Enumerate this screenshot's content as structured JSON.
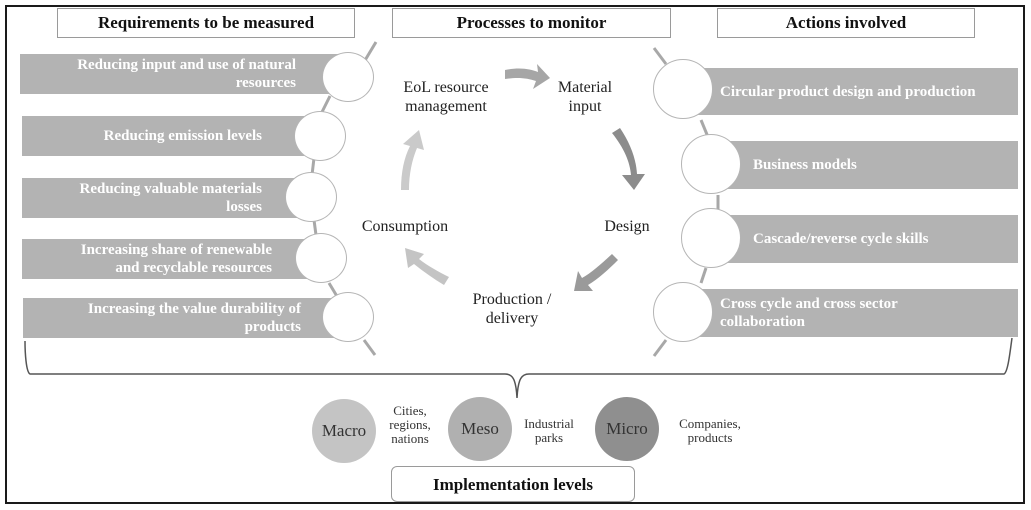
{
  "headers": {
    "requirements": "Requirements to be measured",
    "processes": "Processes to monitor",
    "actions": "Actions involved"
  },
  "requirements": [
    {
      "line1": "Reducing input and use of natural",
      "line2": "resources"
    },
    {
      "line1": "Reducing emission levels",
      "line2": ""
    },
    {
      "line1": "Reducing valuable materials",
      "line2": "losses"
    },
    {
      "line1": "Increasing share of renewable",
      "line2": "and recyclable resources"
    },
    {
      "line1": "Increasing the value durability of",
      "line2": "products"
    }
  ],
  "processes": {
    "eol": {
      "line1": "EoL resource",
      "line2": "management"
    },
    "material": {
      "line1": "Material",
      "line2": "input"
    },
    "design": {
      "line1": "Design"
    },
    "production": {
      "line1": "Production /",
      "line2": "delivery"
    },
    "consumption": {
      "line1": "Consumption"
    }
  },
  "actions": [
    {
      "line1": "Circular product design and production",
      "line2": ""
    },
    {
      "line1": "Business models",
      "line2": ""
    },
    {
      "line1": "Cascade/reverse cycle skills",
      "line2": ""
    },
    {
      "line1": "Cross cycle and cross sector",
      "line2": "collaboration"
    }
  ],
  "levels": [
    {
      "name": "Macro",
      "desc1": "Cities,",
      "desc2": "regions,",
      "desc3": "nations",
      "color": "#c4c4c4"
    },
    {
      "name": "Meso",
      "desc1": "Industrial",
      "desc2": "parks",
      "desc3": "",
      "color": "#b0b0b0"
    },
    {
      "name": "Micro",
      "desc1": "Companies,",
      "desc2": "products",
      "desc3": "",
      "color": "#8f8f8f"
    }
  ],
  "implementation_label": "Implementation levels",
  "colors": {
    "bar": "#b3b3b3",
    "arrow_dark": "#8c8c8c",
    "arrow_mid": "#a6a6a6",
    "arrow_light": "#c8c8c8"
  }
}
